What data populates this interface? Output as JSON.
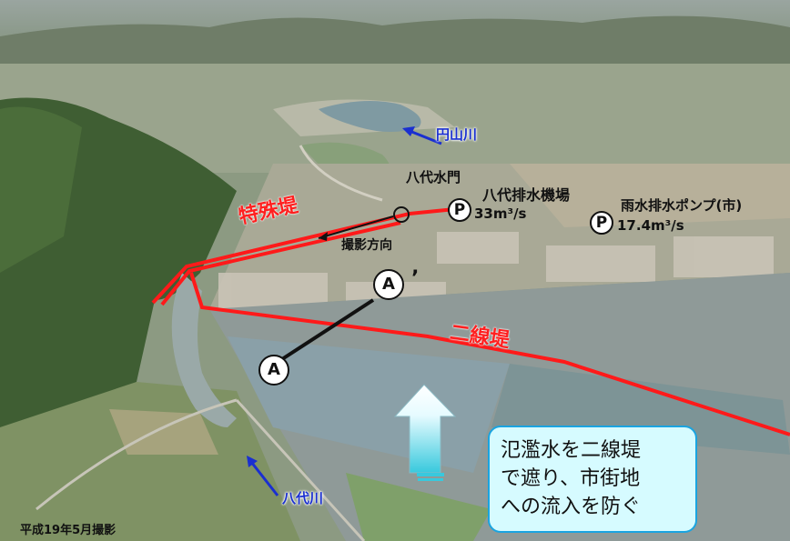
{
  "labels": {
    "maruyama_river": "円山川",
    "yashiro_sluice": "八代水門",
    "yashiro_pump_station": "八代排水機場",
    "yashiro_pump_capacity": "33m³/s",
    "rain_pump": "雨水排水ポンプ(市)",
    "rain_pump_capacity": "17.4m³/s",
    "special_levee": "特殊堤",
    "secondary_levee": "二線堤",
    "shooting_direction": "撮影方向",
    "yashiro_river": "八代川",
    "photo_date": "平成19年5月撮影",
    "pump_symbol": "P",
    "point_a": "A",
    "point_a_prime_mark": "’"
  },
  "callout": {
    "line1": "氾濫水を二線堤",
    "line2": "で遮り、市街地",
    "line3": "への流入を防ぐ"
  },
  "colors": {
    "levee_line": "#ff1a1a",
    "river_label": "#1a2fd0",
    "callout_bg": "#d6fbff",
    "callout_border": "#1aa4e0",
    "flow_arrow": "#4fd6e6"
  }
}
